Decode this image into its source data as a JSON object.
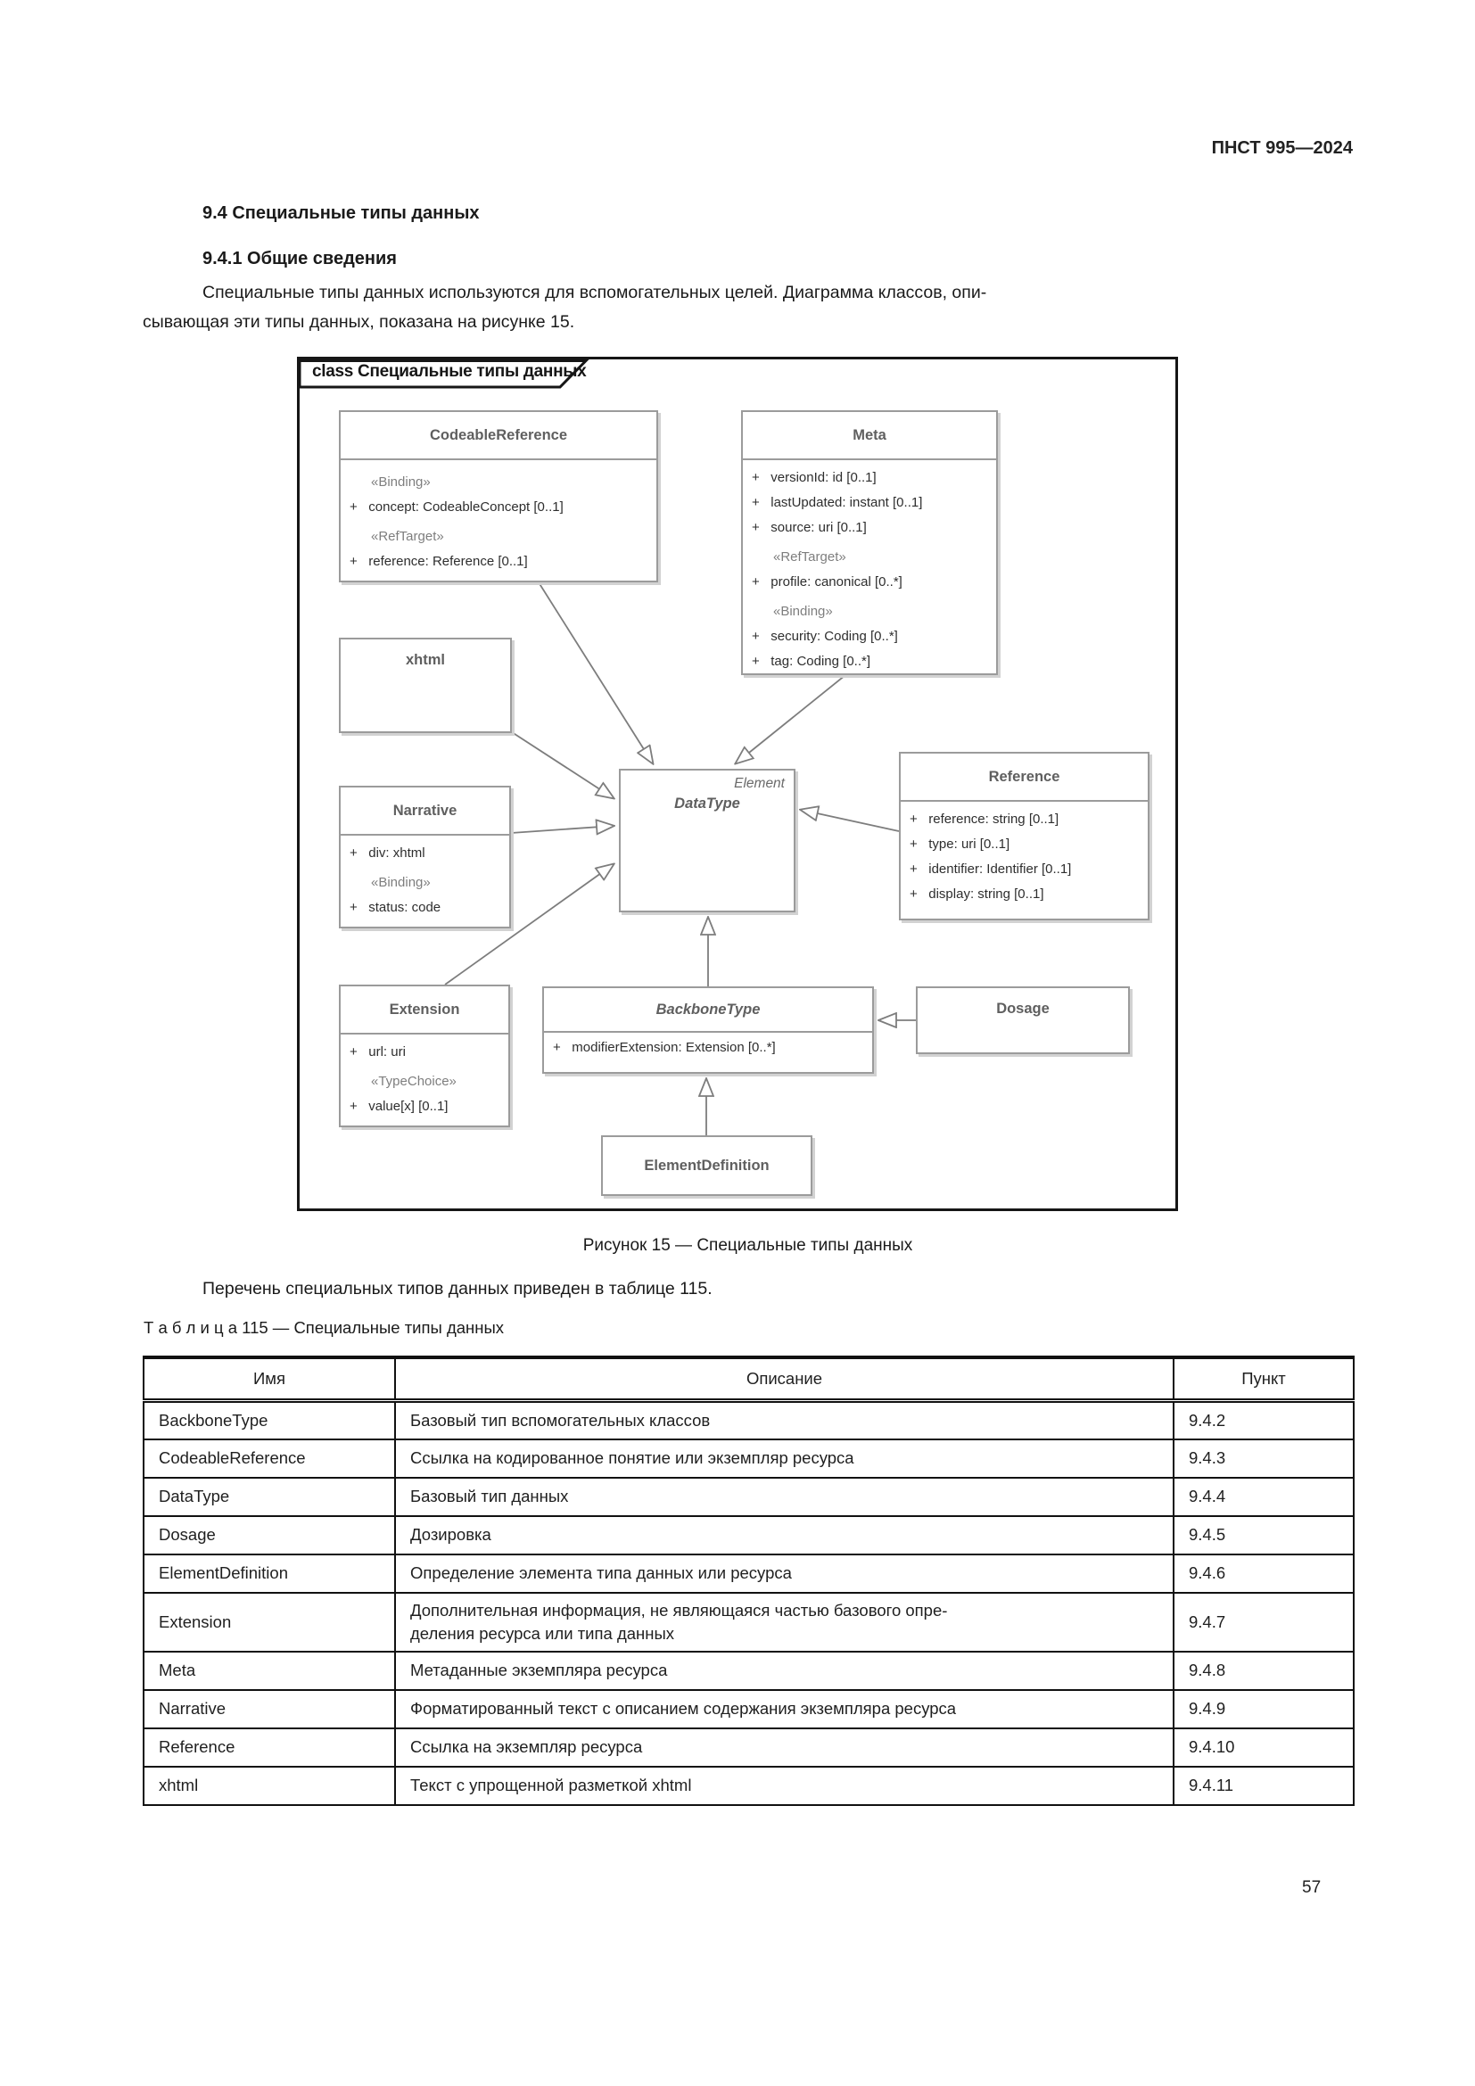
{
  "page": {
    "header": "ПНСТ 995—2024",
    "number": "57"
  },
  "content": {
    "h1": "9.4 Специальные типы данных",
    "h2": "9.4.1 Общие сведения",
    "p1": "Специальные типы данных используются для вспомогательных целей. Диаграмма классов, опи-\nсывающая эти типы данных, показана на рисунке 15.",
    "figure_caption": "Рисунок 15 — Специальные типы данных",
    "p2": "Перечень специальных типов данных приведен в таблице 115.",
    "table_caption": "Т а б л и ц а  115 — Специальные типы данных"
  },
  "diagram": {
    "frame_label": "class Специальные типы данных",
    "classes": {
      "codeableReference": {
        "name": "CodeableReference",
        "lines": [
          {
            "k": "stereo",
            "text": "«Binding»"
          },
          {
            "k": "attr",
            "text": "+   concept: CodeableConcept [0..1]"
          },
          {
            "k": "stereo",
            "text": "«RefTarget»"
          },
          {
            "k": "attr",
            "text": "+   reference: Reference [0..1]"
          }
        ]
      },
      "meta": {
        "name": "Meta",
        "lines": [
          {
            "k": "attr",
            "text": "+   versionId: id [0..1]"
          },
          {
            "k": "attr",
            "text": "+   lastUpdated: instant [0..1]"
          },
          {
            "k": "attr",
            "text": "+   source: uri [0..1]"
          },
          {
            "k": "stereo",
            "text": "«RefTarget»"
          },
          {
            "k": "attr",
            "text": "+   profile: canonical [0..*]"
          },
          {
            "k": "stereo",
            "text": "«Binding»"
          },
          {
            "k": "attr",
            "text": "+   security: Coding [0..*]"
          },
          {
            "k": "attr",
            "text": "+   tag: Coding [0..*]"
          }
        ]
      },
      "xhtml": {
        "name": "xhtml"
      },
      "narrative": {
        "name": "Narrative",
        "lines": [
          {
            "k": "attr",
            "text": "+   div: xhtml"
          },
          {
            "k": "stereo",
            "text": "«Binding»"
          },
          {
            "k": "attr",
            "text": "+   status: code"
          }
        ]
      },
      "dataType": {
        "name": "DataType",
        "superlabel": "Element"
      },
      "reference": {
        "name": "Reference",
        "lines": [
          {
            "k": "attr",
            "text": "+   reference: string [0..1]"
          },
          {
            "k": "attr",
            "text": "+   type: uri [0..1]"
          },
          {
            "k": "attr",
            "text": "+   identifier: Identifier [0..1]"
          },
          {
            "k": "attr",
            "text": "+   display: string [0..1]"
          }
        ]
      },
      "extension": {
        "name": "Extension",
        "lines": [
          {
            "k": "attr",
            "text": "+   url: uri"
          },
          {
            "k": "stereo",
            "text": "«TypeChoice»"
          },
          {
            "k": "attr",
            "text": "+   value[x] [0..1]"
          }
        ]
      },
      "backboneType": {
        "name": "BackboneType",
        "lines": [
          {
            "k": "attr",
            "text": "+   modifierExtension: Extension [0..*]"
          }
        ]
      },
      "dosage": {
        "name": "Dosage"
      },
      "elementDefinition": {
        "name": "ElementDefinition"
      }
    }
  },
  "table": {
    "headers": [
      "Имя",
      "Описание",
      "Пункт"
    ],
    "rows": [
      [
        "BackboneType",
        "Базовый тип вспомогательных классов",
        "9.4.2"
      ],
      [
        "CodeableReference",
        "Ссылка на кодированное понятие или экземпляр ресурса",
        "9.4.3"
      ],
      [
        "DataType",
        "Базовый тип данных",
        "9.4.4"
      ],
      [
        "Dosage",
        "Дозировка",
        "9.4.5"
      ],
      [
        "ElementDefinition",
        "Определение элемента типа данных или ресурса",
        "9.4.6"
      ],
      [
        "Extension",
        "Дополнительная информация, не являющаяся частью базового опре-\nделения ресурса или типа данных",
        "9.4.7"
      ],
      [
        "Meta",
        "Метаданные экземпляра ресурса",
        "9.4.8"
      ],
      [
        "Narrative",
        "Форматированный текст с описанием содержания экземпляра ресурса",
        "9.4.9"
      ],
      [
        "Reference",
        "Ссылка на экземпляр ресурса",
        "9.4.10"
      ],
      [
        "xhtml",
        "Текст с упрощенной разметкой xhtml",
        "9.4.11"
      ]
    ]
  }
}
